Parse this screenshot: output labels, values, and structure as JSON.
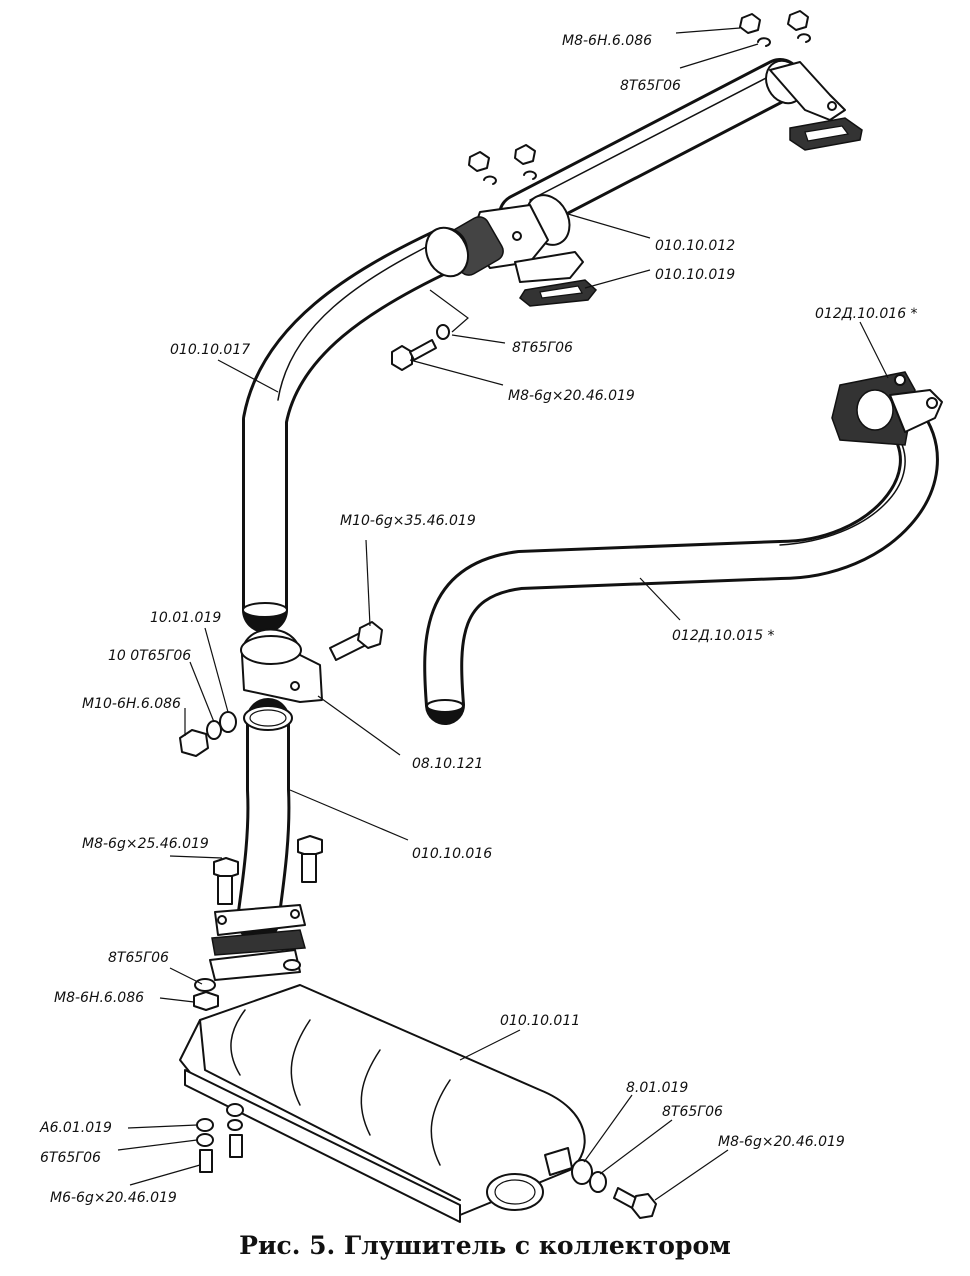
{
  "caption": "Рис. 5. Глушитель с коллектором",
  "labels": {
    "nut_top": "М8-6Н.6.086",
    "washer_top": "8Т65Г06",
    "pipe_012": "010.10.012",
    "gasket_019": "010.10.019",
    "washer_mid": "8Т65Г06",
    "bolt_mid": "М8-6g×20.46.019",
    "pipe_017": "010.10.017",
    "flange_016": "012Д.10.016 *",
    "bolt_clamp": "М10-6g×35.46.019",
    "pipe_015": "012Д.10.015 *",
    "washer_10_01": "10.01.019",
    "washer_10": "10 0Т65Г06",
    "nut_m10": "М10-6Н.6.086",
    "clamp": "08.10.121",
    "bolt_m8_25": "М8-6g×25.46.019",
    "pipe_016": "010.10.016",
    "washer_low": "8Т65Г06",
    "nut_low": "М8-6Н.6.086",
    "muffler": "010.10.011",
    "washer_a6": "А6.01.019",
    "washer_6": "6Т65Г06",
    "bolt_m6": "М6-6g×20.46.019",
    "washer_8_01": "8.01.019",
    "washer_right": "8Т65Г06",
    "bolt_right": "М8-6g×20.46.019"
  }
}
